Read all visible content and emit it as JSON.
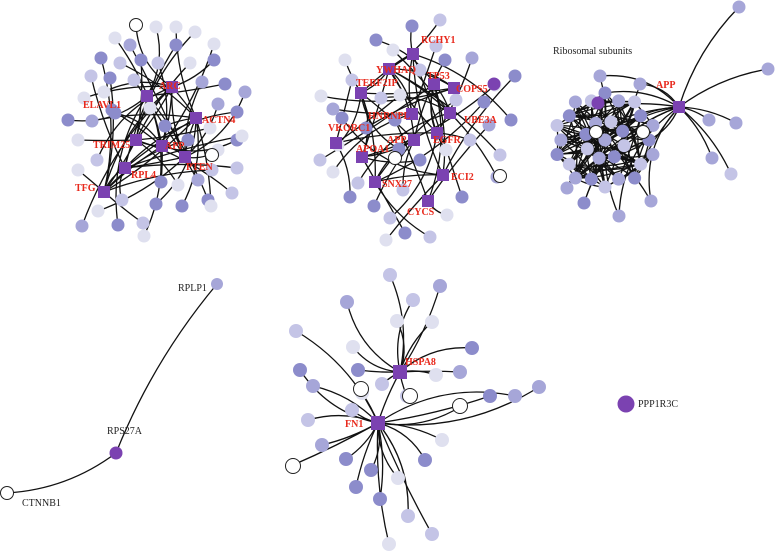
{
  "colors": {
    "hub": "#7b42b1",
    "node_dark": "#8c8ccb",
    "node_mid": "#a6a6d8",
    "node_light": "#c4c4e6",
    "node_pale": "#dfe0ef",
    "node_white": "#ffffff",
    "edge": "#111111",
    "hub_label": "#e8291c",
    "plain_label": "#222222"
  },
  "clusters": {
    "cluster1": {
      "hub_labels": [
        "ARC",
        "ELAVL1",
        "ACTN4",
        "TRIM25",
        "APP",
        "PTEN",
        "RPL4",
        "TFG"
      ]
    },
    "cluster2": {
      "hub_labels": [
        "RCHY1",
        "YWHAQ",
        "TP53",
        "TERF2IP",
        "COPS5",
        "HNRNPL",
        "UBE3A",
        "VKORC1",
        "APP",
        "EGFR",
        "APOA1",
        "ECI2",
        "SNX27",
        "CYCS"
      ]
    },
    "cluster3": {
      "title": "Ribosomal subunits",
      "hub_labels": [
        "APP"
      ]
    },
    "cluster4": {
      "labels": [
        "RPLP1",
        "RPS27A",
        "CTNNB1"
      ]
    },
    "cluster5": {
      "hub_labels": [
        "HSPA8",
        "FN1"
      ]
    },
    "cluster6": {
      "labels": [
        "PPP1R3C"
      ]
    }
  }
}
